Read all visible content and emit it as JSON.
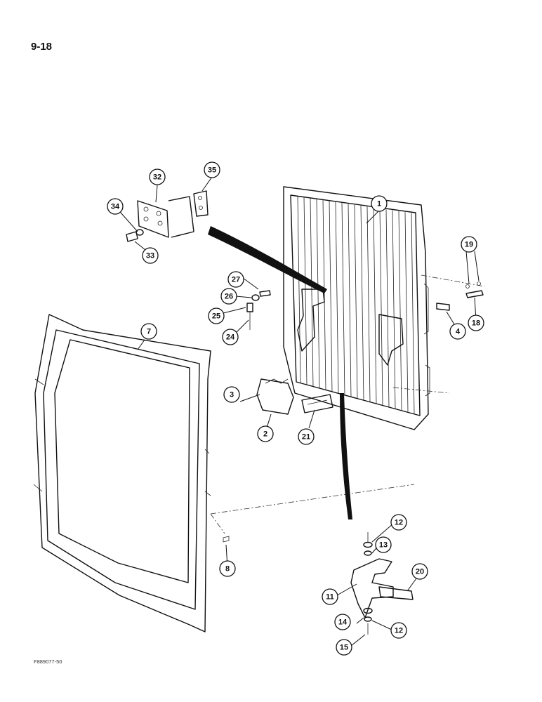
{
  "page_number": "9-18",
  "figure_code": "F889077-50",
  "callouts": [
    {
      "id": "c1",
      "label": "1"
    },
    {
      "id": "c2",
      "label": "2"
    },
    {
      "id": "c3",
      "label": "3"
    },
    {
      "id": "c4",
      "label": "4"
    },
    {
      "id": "c7",
      "label": "7"
    },
    {
      "id": "c8",
      "label": "8"
    },
    {
      "id": "c11",
      "label": "11"
    },
    {
      "id": "c12a",
      "label": "12"
    },
    {
      "id": "c12b",
      "label": "12"
    },
    {
      "id": "c13",
      "label": "13"
    },
    {
      "id": "c14",
      "label": "14"
    },
    {
      "id": "c15",
      "label": "15"
    },
    {
      "id": "c18",
      "label": "18"
    },
    {
      "id": "c19",
      "label": "19"
    },
    {
      "id": "c20",
      "label": "20"
    },
    {
      "id": "c21",
      "label": "21"
    },
    {
      "id": "c24",
      "label": "24"
    },
    {
      "id": "c25",
      "label": "25"
    },
    {
      "id": "c26",
      "label": "26"
    },
    {
      "id": "c27",
      "label": "27"
    },
    {
      "id": "c32",
      "label": "32"
    },
    {
      "id": "c33",
      "label": "33"
    },
    {
      "id": "c34",
      "label": "34"
    },
    {
      "id": "c35",
      "label": "35"
    }
  ]
}
